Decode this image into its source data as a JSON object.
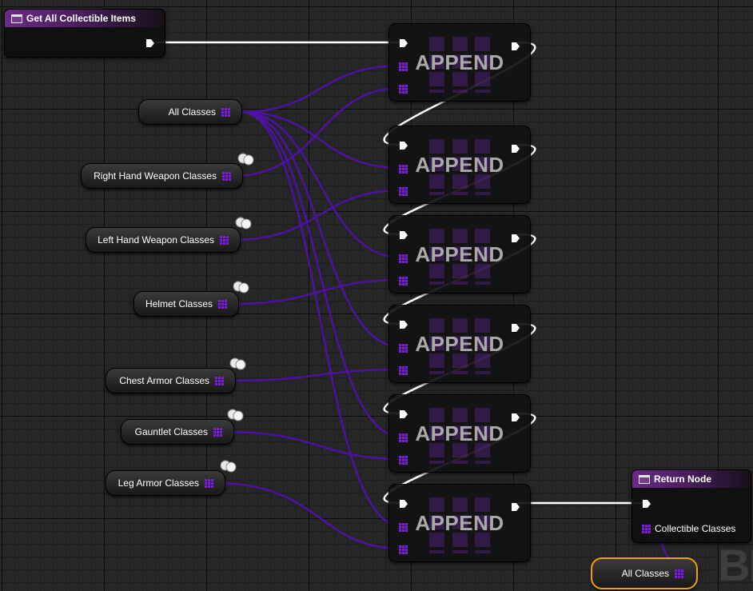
{
  "function_entry": {
    "title": "Get All Collectible Items"
  },
  "return_node": {
    "title": "Return Node",
    "output_label": "Collectible Classes"
  },
  "variables": [
    {
      "label": "All Classes"
    },
    {
      "label": "Right Hand Weapon Classes"
    },
    {
      "label": "Left Hand Weapon Classes"
    },
    {
      "label": "Helmet Classes"
    },
    {
      "label": "Chest Armor Classes"
    },
    {
      "label": "Gauntlet Classes"
    },
    {
      "label": "Leg Armor Classes"
    }
  ],
  "bottom_variable": {
    "label": "All Classes"
  },
  "append_label": "APPEND",
  "watermark": "BL",
  "colors": {
    "array_pin": "#7a22d0",
    "wire_array": "#4e12a8",
    "wire_exec": "#ffffff",
    "header": "#6a2b86",
    "selected_outline": "#f0a000"
  },
  "icons": [
    "function-icon",
    "exec-pin-icon",
    "array-pin-icon",
    "replicated-icon"
  ]
}
